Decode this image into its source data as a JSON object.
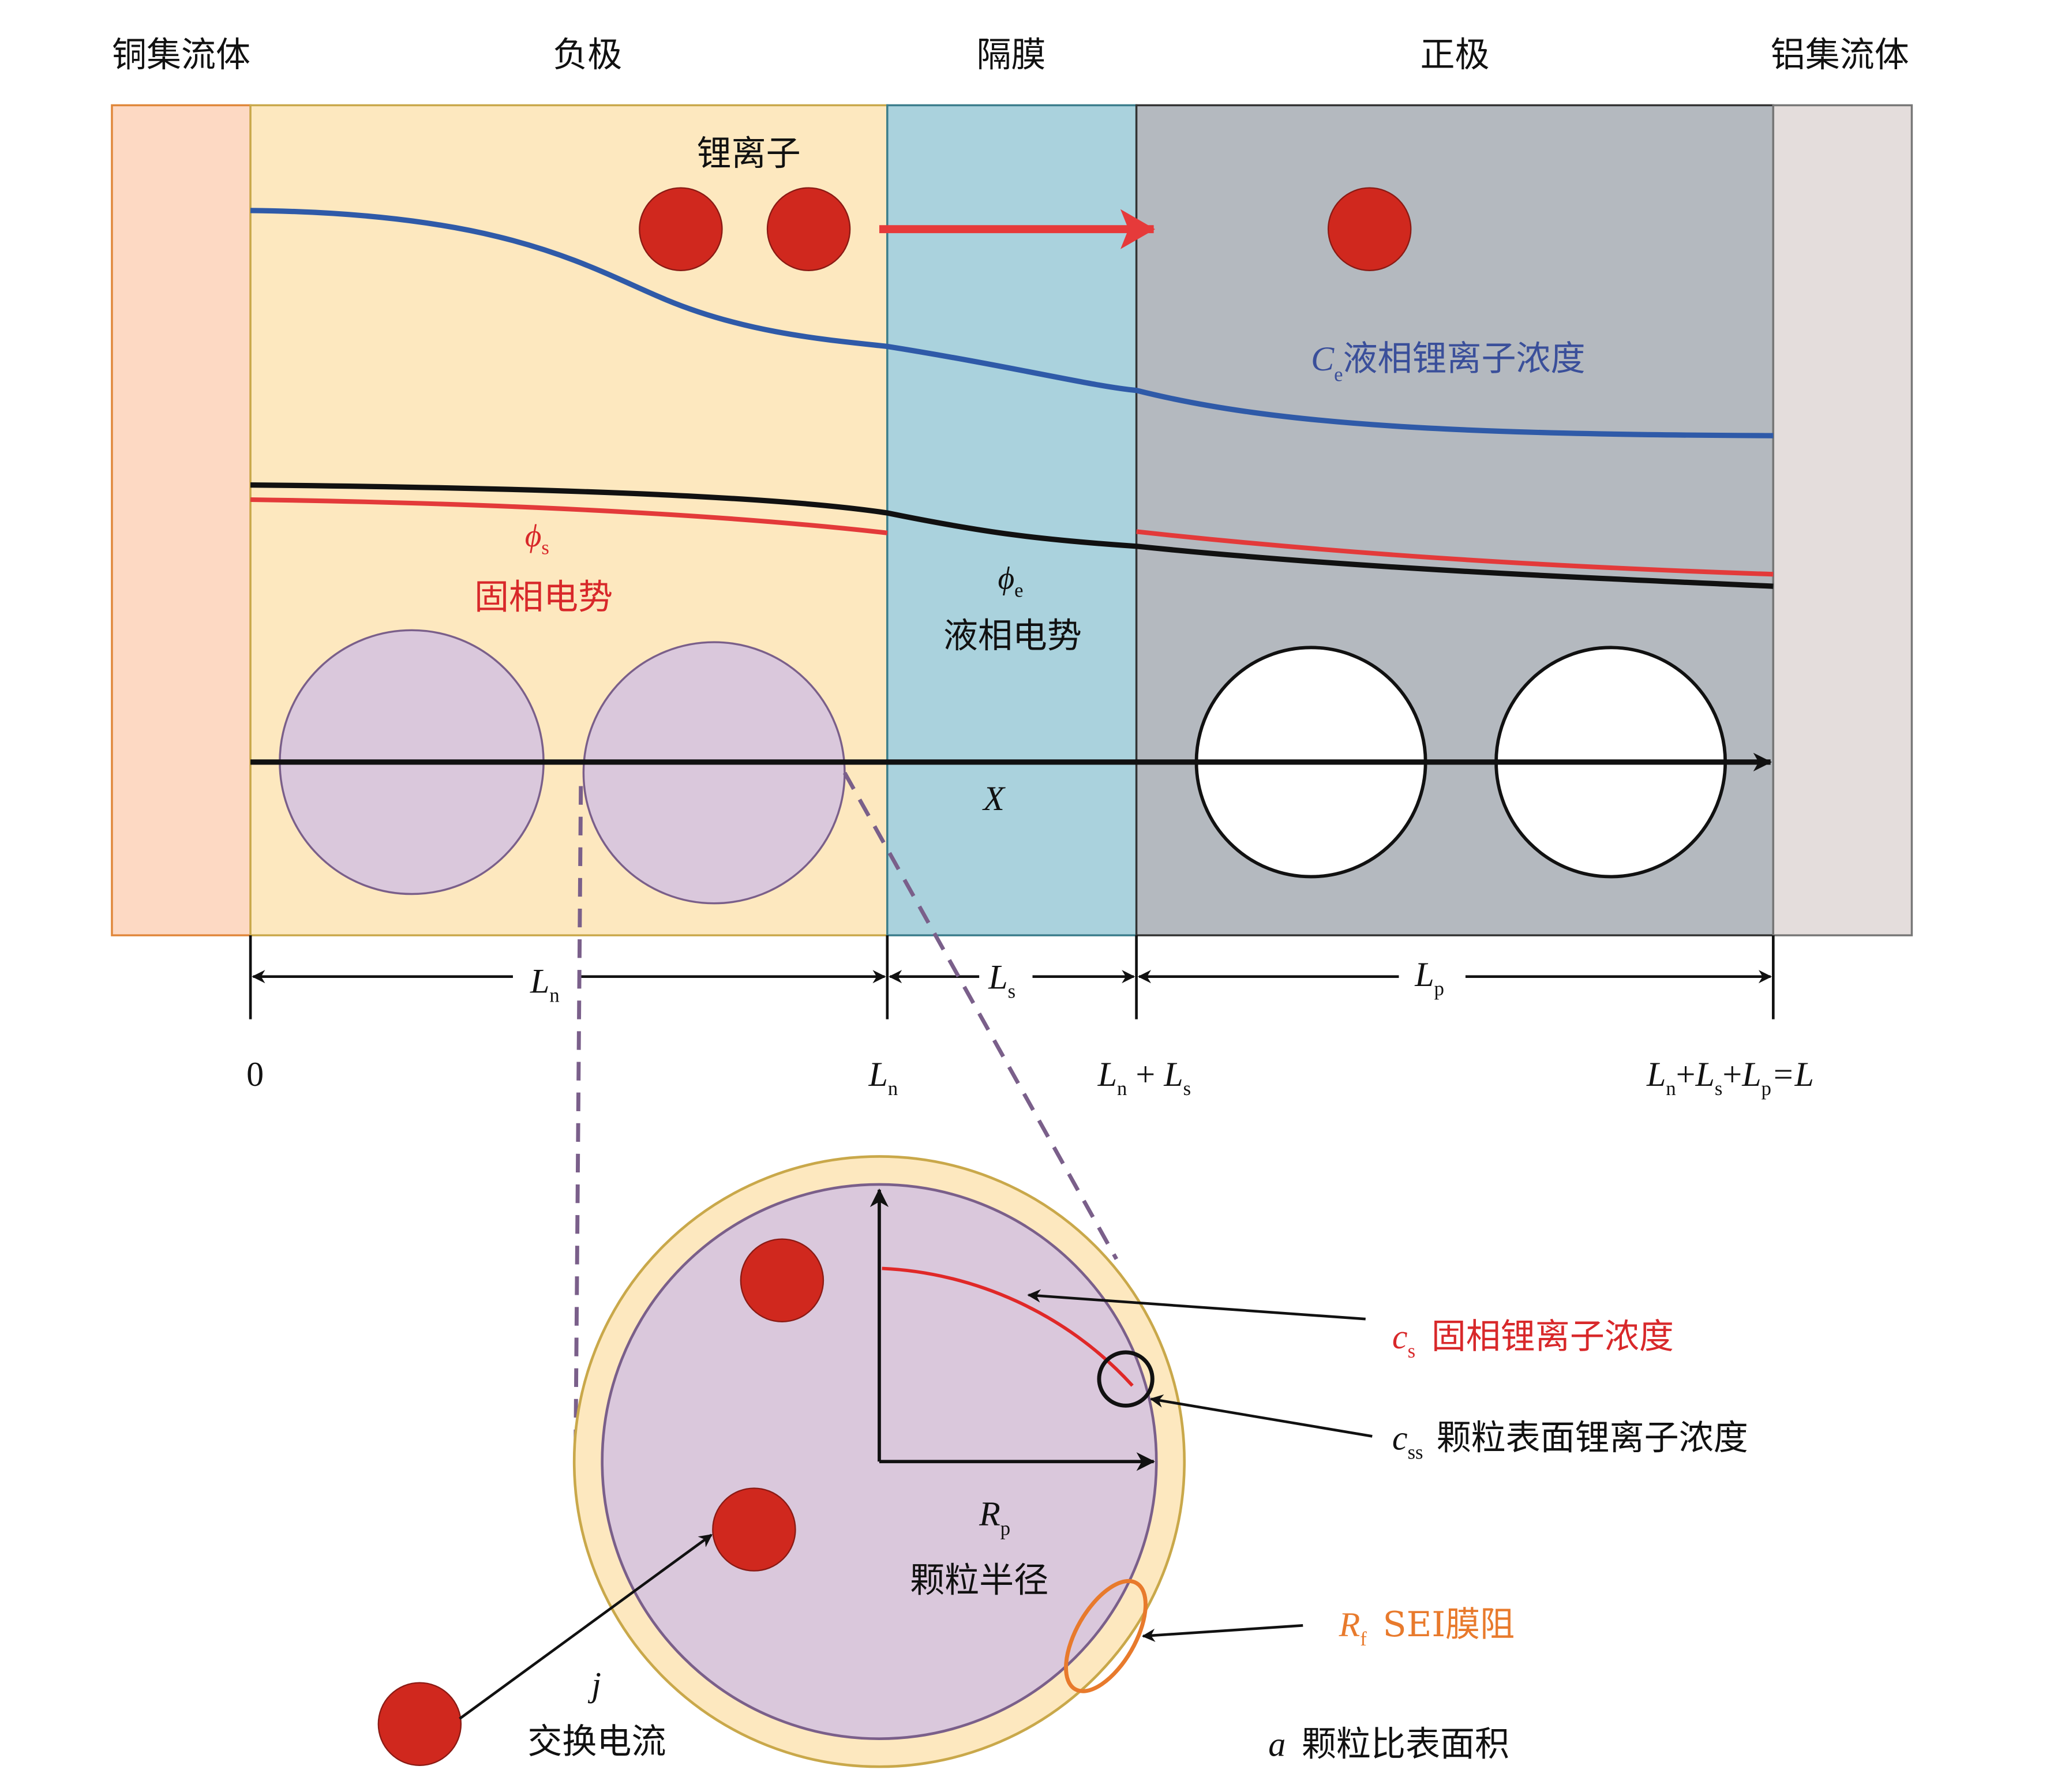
{
  "regions": {
    "copper_collector": "铜集流体",
    "anode": "负极",
    "separator": "隔膜",
    "cathode": "正极",
    "aluminum_collector": "铝集流体"
  },
  "labels": {
    "lithium_ion": "锂离子",
    "ce_symbol": "C",
    "ce_sub": "e",
    "ce_text": "液相锂离子浓度",
    "phi_s_symbol": "ϕ",
    "phi_s_sub": "s",
    "phi_s_text": "固相电势",
    "phi_e_symbol": "ϕ",
    "phi_e_sub": "e",
    "phi_e_text": "液相电势",
    "x_axis": "X"
  },
  "dimensions": {
    "ln_symbol": "L",
    "ln_sub": "n",
    "ls_symbol": "L",
    "ls_sub": "s",
    "lp_symbol": "L",
    "lp_sub": "p"
  },
  "ticks": {
    "zero": "0",
    "ln": {
      "a": "L",
      "a_sub": "n"
    },
    "ln_ls": {
      "a": "L",
      "a_sub": "n",
      "op": " + ",
      "b": "L",
      "b_sub": "s"
    },
    "total": {
      "a": "L",
      "a_sub": "n",
      "op1": "+",
      "b": "L",
      "b_sub": "s",
      "op2": "+",
      "c": "L",
      "c_sub": "p",
      "eq": "=L"
    }
  },
  "particle": {
    "cs_symbol": "c",
    "cs_sub": "s",
    "cs_text": "固相锂离子浓度",
    "css_symbol": "c",
    "css_sub": "ss",
    "css_text": "颗粒表面锂离子浓度",
    "rp_symbol": "R",
    "rp_sub": "p",
    "rp_text": "颗粒半径",
    "rf_symbol": "R",
    "rf_sub": "f",
    "rf_text": "SEI膜阻",
    "j_symbol": "j",
    "j_text": "交换电流",
    "a_symbol": "a",
    "a_text": "颗粒比表面积"
  },
  "colors": {
    "copper": "#fdd9c3",
    "anode": "#fde8bf",
    "separator": "#aad2dd",
    "cathode": "#b4b9bf",
    "aluminum": "#e4dddc",
    "ion": "#d0281e",
    "ce_line": "#2f5aa8",
    "sei": "#e87a2c"
  }
}
